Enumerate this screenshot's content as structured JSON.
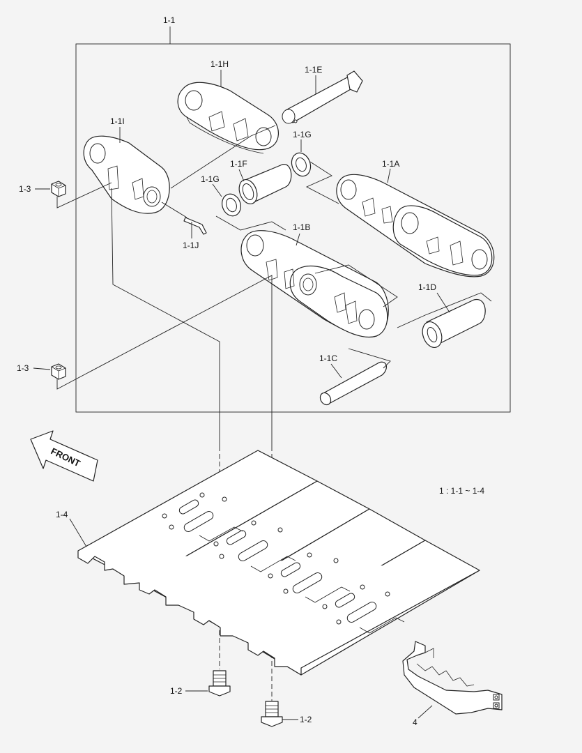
{
  "labels": {
    "assembly": "1-1",
    "link_right": "1-1A",
    "link_master_right": "1-1B",
    "pin": "1-1C",
    "bushing": "1-1D",
    "master_pin": "1-1E",
    "master_bushing": "1-1F",
    "seal_left": "1-1G",
    "seal_right": "1-1G",
    "link_master_left": "1-1H",
    "link_left": "1-1I",
    "retainer": "1-1J",
    "nut_top": "1-3",
    "nut_bottom": "1-3",
    "shoe": "1-4",
    "bolt_left": "1-2",
    "bolt_right": "1-2",
    "guard": "4"
  },
  "front_label": "FRONT",
  "range_note": "1 : 1-1 ~ 1-4"
}
